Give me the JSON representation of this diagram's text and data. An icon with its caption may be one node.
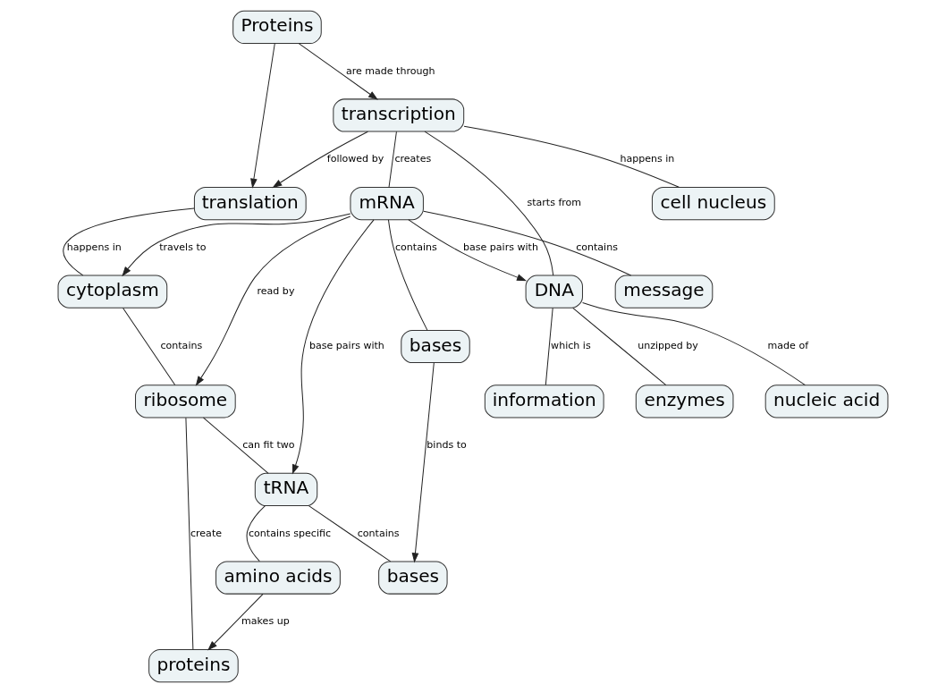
{
  "diagram": {
    "nodes": [
      {
        "text": [
          "Proteins"
        ]
      },
      {
        "text": [
          "transcription"
        ]
      },
      {
        "text": [
          "translation"
        ]
      },
      {
        "text": [
          "cytoplasm"
        ]
      },
      {
        "text": [
          "cell nucleus"
        ]
      },
      {
        "text": [
          "DNA"
        ]
      },
      {
        "text": [
          "mRNA"
        ]
      },
      {
        "text": [
          "ribosome"
        ]
      },
      {
        "text": [
          "tRNA"
        ]
      },
      {
        "text": [
          "information"
        ]
      },
      {
        "text": [
          "enzymes"
        ]
      },
      {
        "text": [
          "amino acids"
        ]
      },
      {
        "text": [
          "bases"
        ]
      },
      {
        "text": [
          "bases"
        ]
      },
      {
        "text": [
          "nucleic acid"
        ]
      },
      {
        "text": [
          "message"
        ]
      },
      {
        "text": [
          "proteins"
        ]
      }
    ],
    "edges": [
      {
        "from": 0,
        "to": 1,
        "arrow": "to",
        "label": "are made through"
      },
      {
        "from": 0,
        "to": 2,
        "arrow": "to"
      },
      {
        "from": 1,
        "to": 2,
        "arrow": "to",
        "label": "followed by"
      },
      {
        "from": 2,
        "to": 3,
        "arrow": "none",
        "label": "happens in"
      },
      {
        "from": 1,
        "to": 4,
        "arrow": "none",
        "label": "happens in"
      },
      {
        "from": 1,
        "to": 5,
        "arrow": "none",
        "label": "starts from"
      },
      {
        "from": 1,
        "to": 6,
        "arrow": "none",
        "label": "creates"
      },
      {
        "from": 6,
        "to": 3,
        "arrow": "to",
        "label": "travels to"
      },
      {
        "from": 3,
        "to": 7,
        "arrow": "none",
        "label": "contains"
      },
      {
        "from": 6,
        "to": 5,
        "arrow": "to",
        "label": "base pairs with"
      },
      {
        "from": 6,
        "to": 7,
        "arrow": "to",
        "label": "read by"
      },
      {
        "from": 7,
        "to": 8,
        "arrow": "none",
        "label": "can fit two"
      },
      {
        "from": 6,
        "to": 8,
        "arrow": "to",
        "label": "base pairs with"
      },
      {
        "from": 5,
        "to": 9,
        "arrow": "none",
        "label": "which is"
      },
      {
        "from": 5,
        "to": 10,
        "arrow": "none",
        "label": "unzipped by"
      },
      {
        "from": 5,
        "to": 14,
        "arrow": "none",
        "label": "made of"
      },
      {
        "from": 6,
        "to": 15,
        "arrow": "none",
        "label": "contains"
      },
      {
        "from": 6,
        "to": 12,
        "arrow": "none",
        "label": "contains"
      },
      {
        "from": 8,
        "to": 13,
        "arrow": "none",
        "label": "contains"
      },
      {
        "from": 8,
        "to": 11,
        "arrow": "none",
        "label": "contains specific"
      },
      {
        "from": 7,
        "to": 16,
        "arrow": "none",
        "label": "create"
      },
      {
        "from": 11,
        "to": 16,
        "arrow": "to",
        "label": "makes up"
      },
      {
        "from": 12,
        "to": 13,
        "arrow": "to",
        "label": "binds to"
      }
    ]
  }
}
